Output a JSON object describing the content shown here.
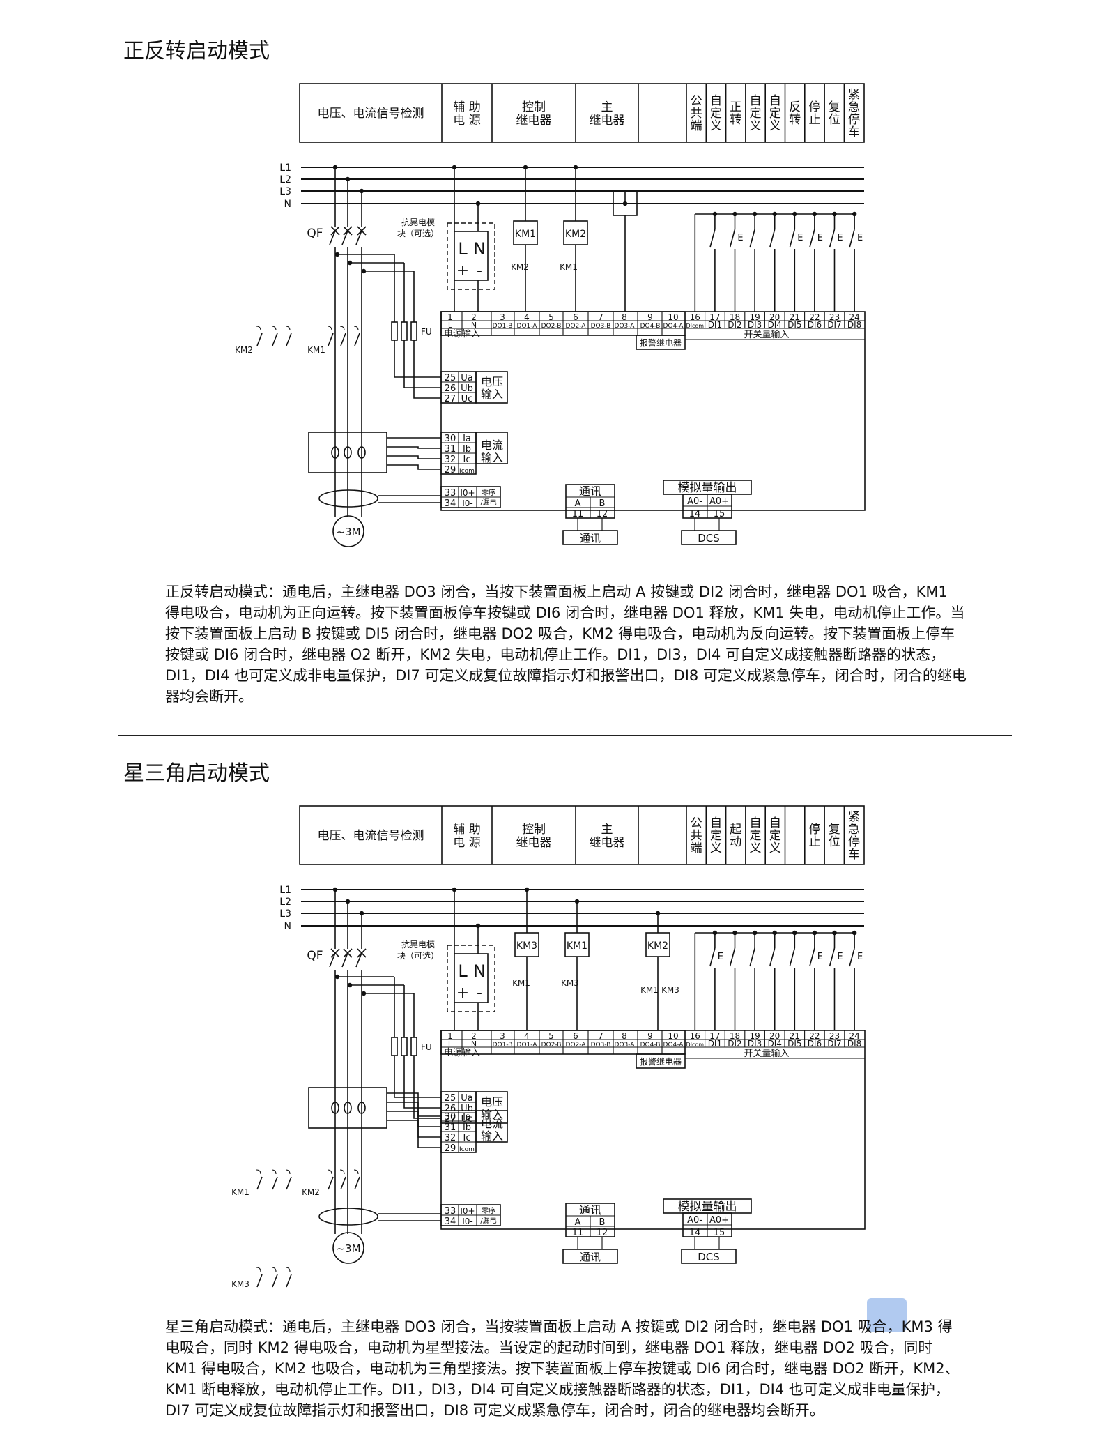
{
  "section1": {
    "title": "正反转启动模式",
    "header_cells": [
      "电压、电流信号检测",
      "辅 助\n电 源",
      "控制\n继电器",
      "主\n继电器",
      ""
    ],
    "header_vertical": [
      "公共端",
      "自定义",
      "正转",
      "自定义",
      "自定义",
      "反转",
      "停止",
      "复位",
      "紧急停车"
    ],
    "description": "正反转启动模式：通电后，主继电器 DO3 闭合，当按下装置面板上启动 A 按键或 DI2 闭合时，继电器 DO1 吸合，KM1 得电吸合，电动机为正向运转。按下装置面板停车按键或 DI6 闭合时，继电器 DO1 释放，KM1 失电，电动机停止工作。当按下装置面板上启动 B 按键或 DI5 闭合时，继电器 DO2 吸合，KM2 得电吸合，电动机为反向运转。按下装置面板上停车按键或 DI6 闭合时，继电器 O2 断开，KM2 失电，电动机停止工作。DI1，DI3，DI4 可自定义成接触器断路器的状态，DI1，DI4 也可定义成非电量保护，DI7 可定义成复位故障指示灯和报警出口，DI8 可定义成紧急停车，闭合时，闭合的继电器均会断开。",
    "relay_labels": [
      "KM1",
      "KM2"
    ],
    "relay_contacts": [
      "KM2",
      "KM1"
    ],
    "motor_contactors": [
      "KM2",
      "KM1"
    ]
  },
  "section2": {
    "title": "星三角启动模式",
    "header_cells": [
      "电压、电流信号检测",
      "辅 助\n电 源",
      "控制\n继电器",
      "主\n继电器",
      ""
    ],
    "header_vertical": [
      "公共端",
      "自定义",
      "起动",
      "自定义",
      "自定义",
      "",
      "停止",
      "复位",
      "紧急停车"
    ],
    "description": "星三角启动模式：通电后，主继电器 DO3 闭合，当按装置面板上启动 A 按键或 DI2 闭合时，继电器 DO1 吸合，KM3 得电吸合，同时 KM2 得电吸合，电动机为星型接法。当设定的起动时间到，继电器 DO1 释放，继电器 DO2 吸合，同时 KM1 得电吸合，KM2 也吸合，电动机为三角型接法。按下装置面板上停车按键或 DI6 闭合时，继电器 DO2 断开，KM2、KM1 断电释放，电动机停止工作。DI1，DI3，DI4 可自定义成接触器断路器的状态，DI1，DI4 也可定义成非电量保护，DI7 可定义成复位故障指示灯和报警出口，DI8 可定义成紧急停车，闭合时，闭合的继电器均会断开。",
    "relay_labels": [
      "KM3",
      "KM1",
      "KM2"
    ],
    "relay_contacts": [
      "KM1",
      "KM3",
      "KM1",
      "KM3"
    ],
    "motor_contactors": [
      "KM1",
      "KM2",
      "KM3"
    ]
  },
  "common": {
    "bus_labels": [
      "L1",
      "L2",
      "L3",
      "N"
    ],
    "qf": "QF",
    "fu": "FU",
    "surge_module": "抗晃电模\n块（可选）",
    "ps_LN": [
      "L",
      "N"
    ],
    "ps_pm": [
      "+",
      "-"
    ],
    "term_top_nums": [
      "1",
      "2",
      "3",
      "4",
      "5",
      "6",
      "7",
      "8",
      "9",
      "10"
    ],
    "term_top_labels": [
      "L",
      "N",
      "DO1-B",
      "DO1-A",
      "DO2-B",
      "DO2-A",
      "DO3-B",
      "DO3-A",
      "DO4-B",
      "DO4-A"
    ],
    "power_input": "电源输入",
    "alarm_relay": "报警继电器",
    "di_nums": [
      "16",
      "17",
      "18",
      "19",
      "20",
      "21",
      "22",
      "23",
      "24"
    ],
    "di_labels": [
      "DIcom",
      "DI1",
      "DI2",
      "DI3",
      "DI4",
      "DI5",
      "DI6",
      "DI7",
      "DI8"
    ],
    "switch_input": "开关量输入",
    "voltage_nums": [
      "25",
      "26",
      "27"
    ],
    "voltage_labels": [
      "Ua",
      "Ub",
      "Uc"
    ],
    "voltage_input": "电压\n输入",
    "current_nums": [
      "30",
      "31",
      "32",
      "29"
    ],
    "current_labels": [
      "Ia",
      "Ib",
      "Ic",
      "Icom"
    ],
    "current_input": "电流\n输入",
    "zero_nums": [
      "33",
      "34"
    ],
    "zero_labels": [
      "I0+",
      "I0-"
    ],
    "zero_text": "零序\n/漏电",
    "comm_title": "通讯",
    "comm_ab": [
      "A",
      "B"
    ],
    "comm_nums": [
      "11",
      "12"
    ],
    "comm_box": "通讯",
    "analog_title": "模拟量输出",
    "analog_labels": [
      "A0-",
      "A0+"
    ],
    "analog_nums": [
      "14",
      "15"
    ],
    "analog_box": "DCS",
    "motor": "~3M"
  }
}
